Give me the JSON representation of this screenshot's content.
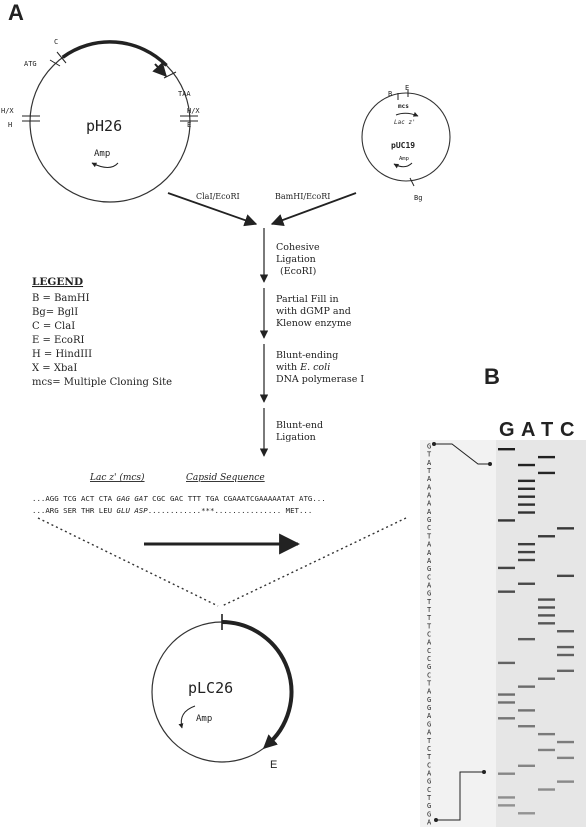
{
  "panel_a_label": "A",
  "panel_b_label": "B",
  "ph26": {
    "name": "pH26",
    "amp": "Amp",
    "sites": {
      "atg": "ATG",
      "c": "C",
      "taa": "TAA",
      "hx_left": "H/X",
      "h_left": "H",
      "hx_right": "H/X",
      "e_right": "E"
    }
  },
  "puc19": {
    "name": "pUC19",
    "amp": "Amp",
    "mcs": "mcs",
    "lacz": "Lac z'",
    "sites": {
      "b": "B",
      "e": "E",
      "bg": "Bg"
    }
  },
  "digests": {
    "left": "ClaI/EcoRI",
    "right": "BamHI/EcoRI"
  },
  "steps": {
    "step1": [
      "Cohesive",
      "Ligation",
      "(EcoRI)"
    ],
    "step2": [
      "Partial Fill in",
      "with dGMP and",
      "Klenow enzyme"
    ],
    "step3_line1": "Blunt-ending",
    "step3_line2_prefix": "with ",
    "step3_line2_italic": "E. coli",
    "step3_line3": "DNA polymerase I",
    "step4": [
      "Blunt-end",
      "Ligation"
    ]
  },
  "legend": {
    "title": "LEGEND",
    "items": [
      "B = BamHI",
      "Bg= BglI",
      "C = ClaI",
      "E = EcoRI",
      "H = HindIII",
      "X = XbaI",
      "mcs= Multiple Cloning Site"
    ]
  },
  "sequence": {
    "lacz_header": "Lac z' (mcs)",
    "capsid_header": "Capsid Sequence",
    "dna_plain": "...AGG TCG ACT CTA",
    "dna_italic": "GAG GAT",
    "dna_rest": "CGC GAC TTT TGA CGAAATCGAAAAATAT ATG...",
    "prot_plain": "...ARG SER THR LEU",
    "prot_italic": "GLU ASP",
    "prot_rest": "............***............... MET..."
  },
  "plc26": {
    "name": "pLC26",
    "amp": "Amp",
    "site_e": "E"
  },
  "gel": {
    "lanes": [
      "G",
      "A",
      "T",
      "C"
    ],
    "bases": [
      "G",
      "T",
      "A",
      "T",
      "A",
      "A",
      "A",
      "A",
      "A",
      "G",
      "C",
      "T",
      "A",
      "A",
      "A",
      "G",
      "C",
      "A",
      "G",
      "T",
      "T",
      "T",
      "T",
      "C",
      "A",
      "C",
      "C",
      "G",
      "C",
      "T",
      "A",
      "G",
      "G",
      "A",
      "G",
      "A",
      "T",
      "C",
      "T",
      "C",
      "A",
      "G",
      "C",
      "T",
      "G",
      "G",
      "A"
    ]
  }
}
